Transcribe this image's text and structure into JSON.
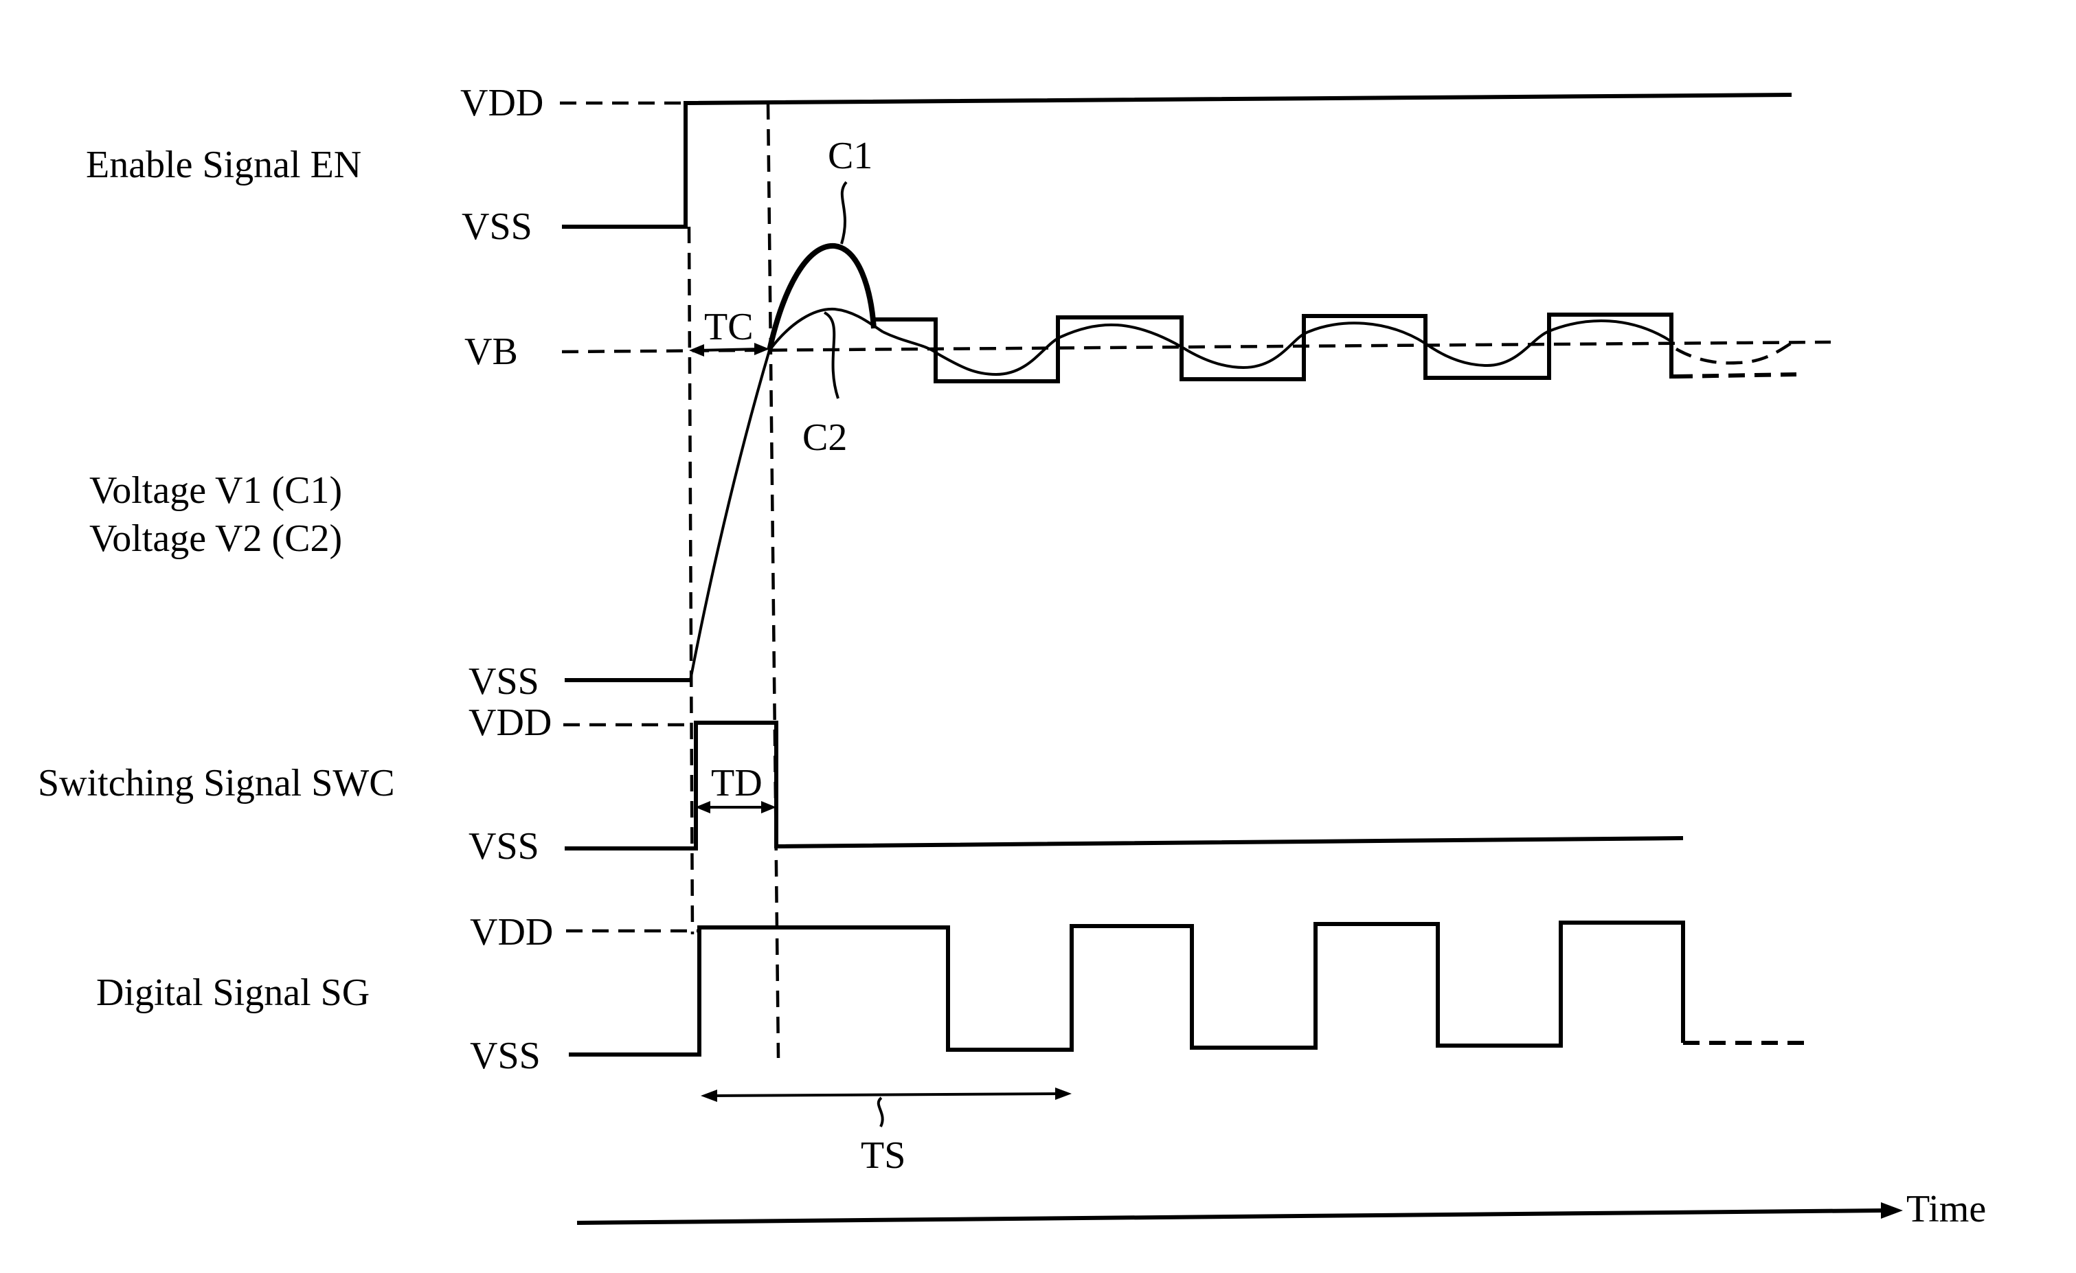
{
  "signals": {
    "enable": "Enable Signal EN",
    "voltage_v1": "Voltage V1 (C1)",
    "voltage_v2": "Voltage V2 (C2)",
    "switching": "Switching Signal SWC",
    "digital": "Digital Signal SG"
  },
  "levels": {
    "vdd": "VDD",
    "vss": "VSS",
    "vb": "VB"
  },
  "curves": {
    "c1": "C1",
    "c2": "C2"
  },
  "intervals": {
    "tc": "TC",
    "td": "TD",
    "ts": "TS"
  },
  "axis": {
    "time": "Time"
  }
}
